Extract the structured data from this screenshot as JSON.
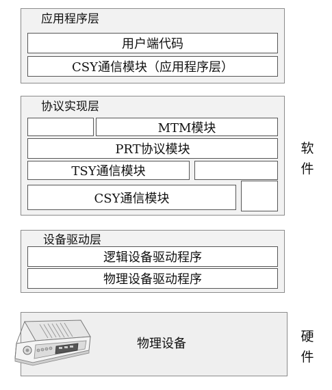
{
  "layers": {
    "app": {
      "title": "应用程序层",
      "user_code": "用户端代码",
      "csy_app": "CSY通信模块（应用程序层）"
    },
    "protocol": {
      "title": "协议实现层",
      "mtm": "MTM模块",
      "prt": "PRT协议模块",
      "tsy": "TSY通信模块",
      "csy": "CSY通信模块"
    },
    "driver": {
      "title": "设备驱动层",
      "logical": "逻辑设备驱动程序",
      "physical": "物理设备驱动程序"
    },
    "hardware": {
      "device": "物理设备"
    }
  },
  "side_labels": {
    "software": [
      "软",
      "件"
    ],
    "hardware": [
      "硬",
      "件"
    ]
  },
  "icons": {
    "device_icon": "modem-device-icon"
  }
}
